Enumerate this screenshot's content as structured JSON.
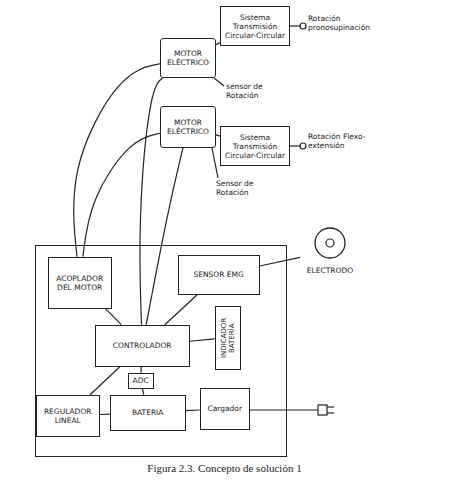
{
  "diagram": {
    "caption": "Figura 2.3. Concepto de solución 1",
    "nodes": [
      {
        "text": [
          "Sistema Transmisión Circular-Circular"
        ]
      },
      {
        "text": [
          "MOTOR ELÉCTRICO"
        ]
      },
      {
        "text": [
          "MOTOR ELÉCTRICO"
        ]
      },
      {
        "text": [
          "Sistema Transmisión Circular-Circular"
        ]
      },
      {
        "text": [
          "ELECTRODO"
        ]
      },
      {
        "text": []
      },
      {
        "text": [
          "ACOPLADOR DEL MOTOR"
        ],
        "in": 5
      },
      {
        "text": [
          "SENSOR EMG"
        ],
        "in": 5
      },
      {
        "text": [
          "CONTROLADOR"
        ],
        "in": 5
      },
      {
        "text": [
          "INDICADOR BATERÍA"
        ],
        "in": 5
      },
      {
        "text": [
          "ADC"
        ],
        "in": 5
      },
      {
        "text": [
          "REGULADOR LINEAL"
        ],
        "in": 5
      },
      {
        "text": [
          "BATERIA"
        ],
        "in": 5
      },
      {
        "text": [
          "Cargador"
        ],
        "in": 5
      }
    ],
    "edges": [
      {
        "from": 1,
        "to": 0,
        "arrow": "none"
      },
      {
        "from": 2,
        "to": 3,
        "arrow": "none"
      },
      {
        "from": 1,
        "to": 6,
        "arrow": "none"
      },
      {
        "from": 2,
        "to": 6,
        "arrow": "none"
      },
      {
        "from": 1,
        "to": 8,
        "arrow": "none"
      },
      {
        "from": 2,
        "to": 8,
        "arrow": "none"
      },
      {
        "from": 4,
        "to": 7,
        "arrow": "none"
      },
      {
        "from": 6,
        "to": 8,
        "arrow": "none"
      },
      {
        "from": 7,
        "to": 8,
        "arrow": "none"
      },
      {
        "from": 8,
        "to": 9,
        "arrow": "none"
      },
      {
        "from": 8,
        "to": 10,
        "arrow": "none"
      },
      {
        "from": 10,
        "to": 12,
        "arrow": "none"
      },
      {
        "from": 11,
        "to": 8,
        "arrow": "none"
      },
      {
        "from": 11,
        "to": 12,
        "arrow": "none"
      },
      {
        "from": 12,
        "to": 13,
        "arrow": "none"
      }
    ],
    "labels": [
      "Rotación pronosupinación",
      "sensor de Rotación",
      "Rotación Flexo-extensión",
      "Sensor de Rotación"
    ]
  }
}
